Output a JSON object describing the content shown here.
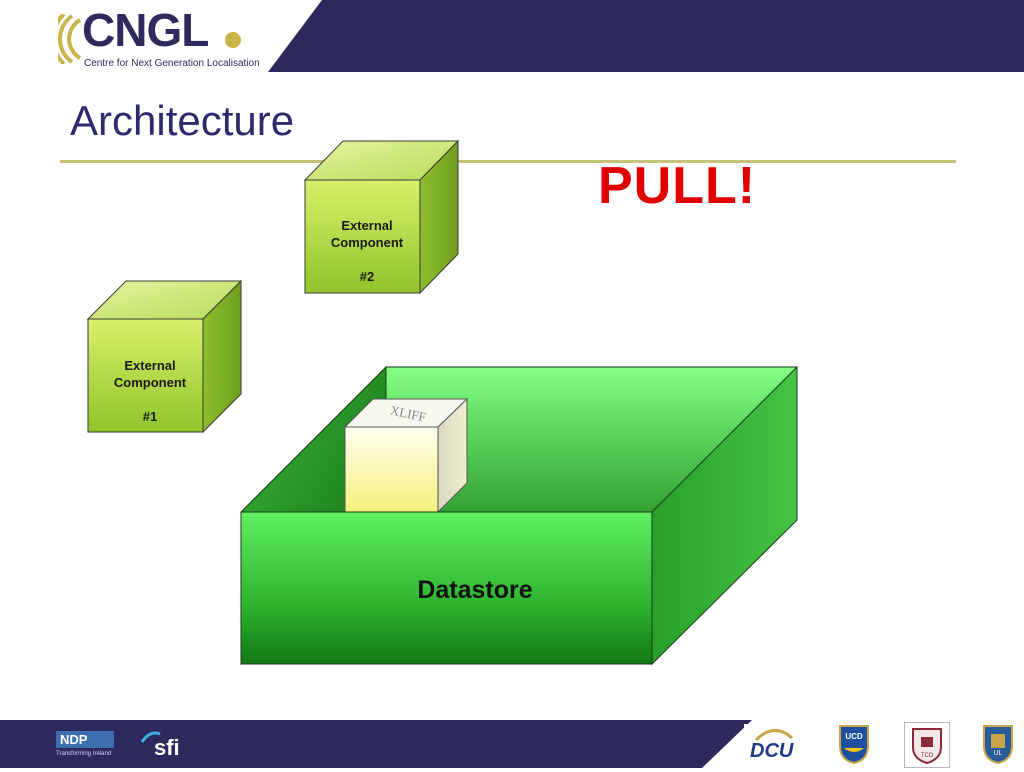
{
  "header": {
    "logo_text": "CNGL",
    "logo_subtitle": "Centre for Next Generation Localisation",
    "band_color": "#2e2a5e",
    "accent_color": "#c9b54a"
  },
  "slide": {
    "title": "Architecture",
    "callout": "PULL!",
    "callout_color": "#e00000"
  },
  "diagram": {
    "components": [
      {
        "line1": "External",
        "line2": "Component",
        "number": "#2"
      },
      {
        "line1": "External",
        "line2": "Component",
        "number": "#1"
      }
    ],
    "xliff_label": "XLIFF",
    "datastore_label": "Datastore"
  },
  "footer": {
    "logos": [
      "NDP",
      "sfi",
      "DCU",
      "UCD",
      "TCD",
      "UL"
    ],
    "ndp_caption": "Transforming Ireland"
  }
}
